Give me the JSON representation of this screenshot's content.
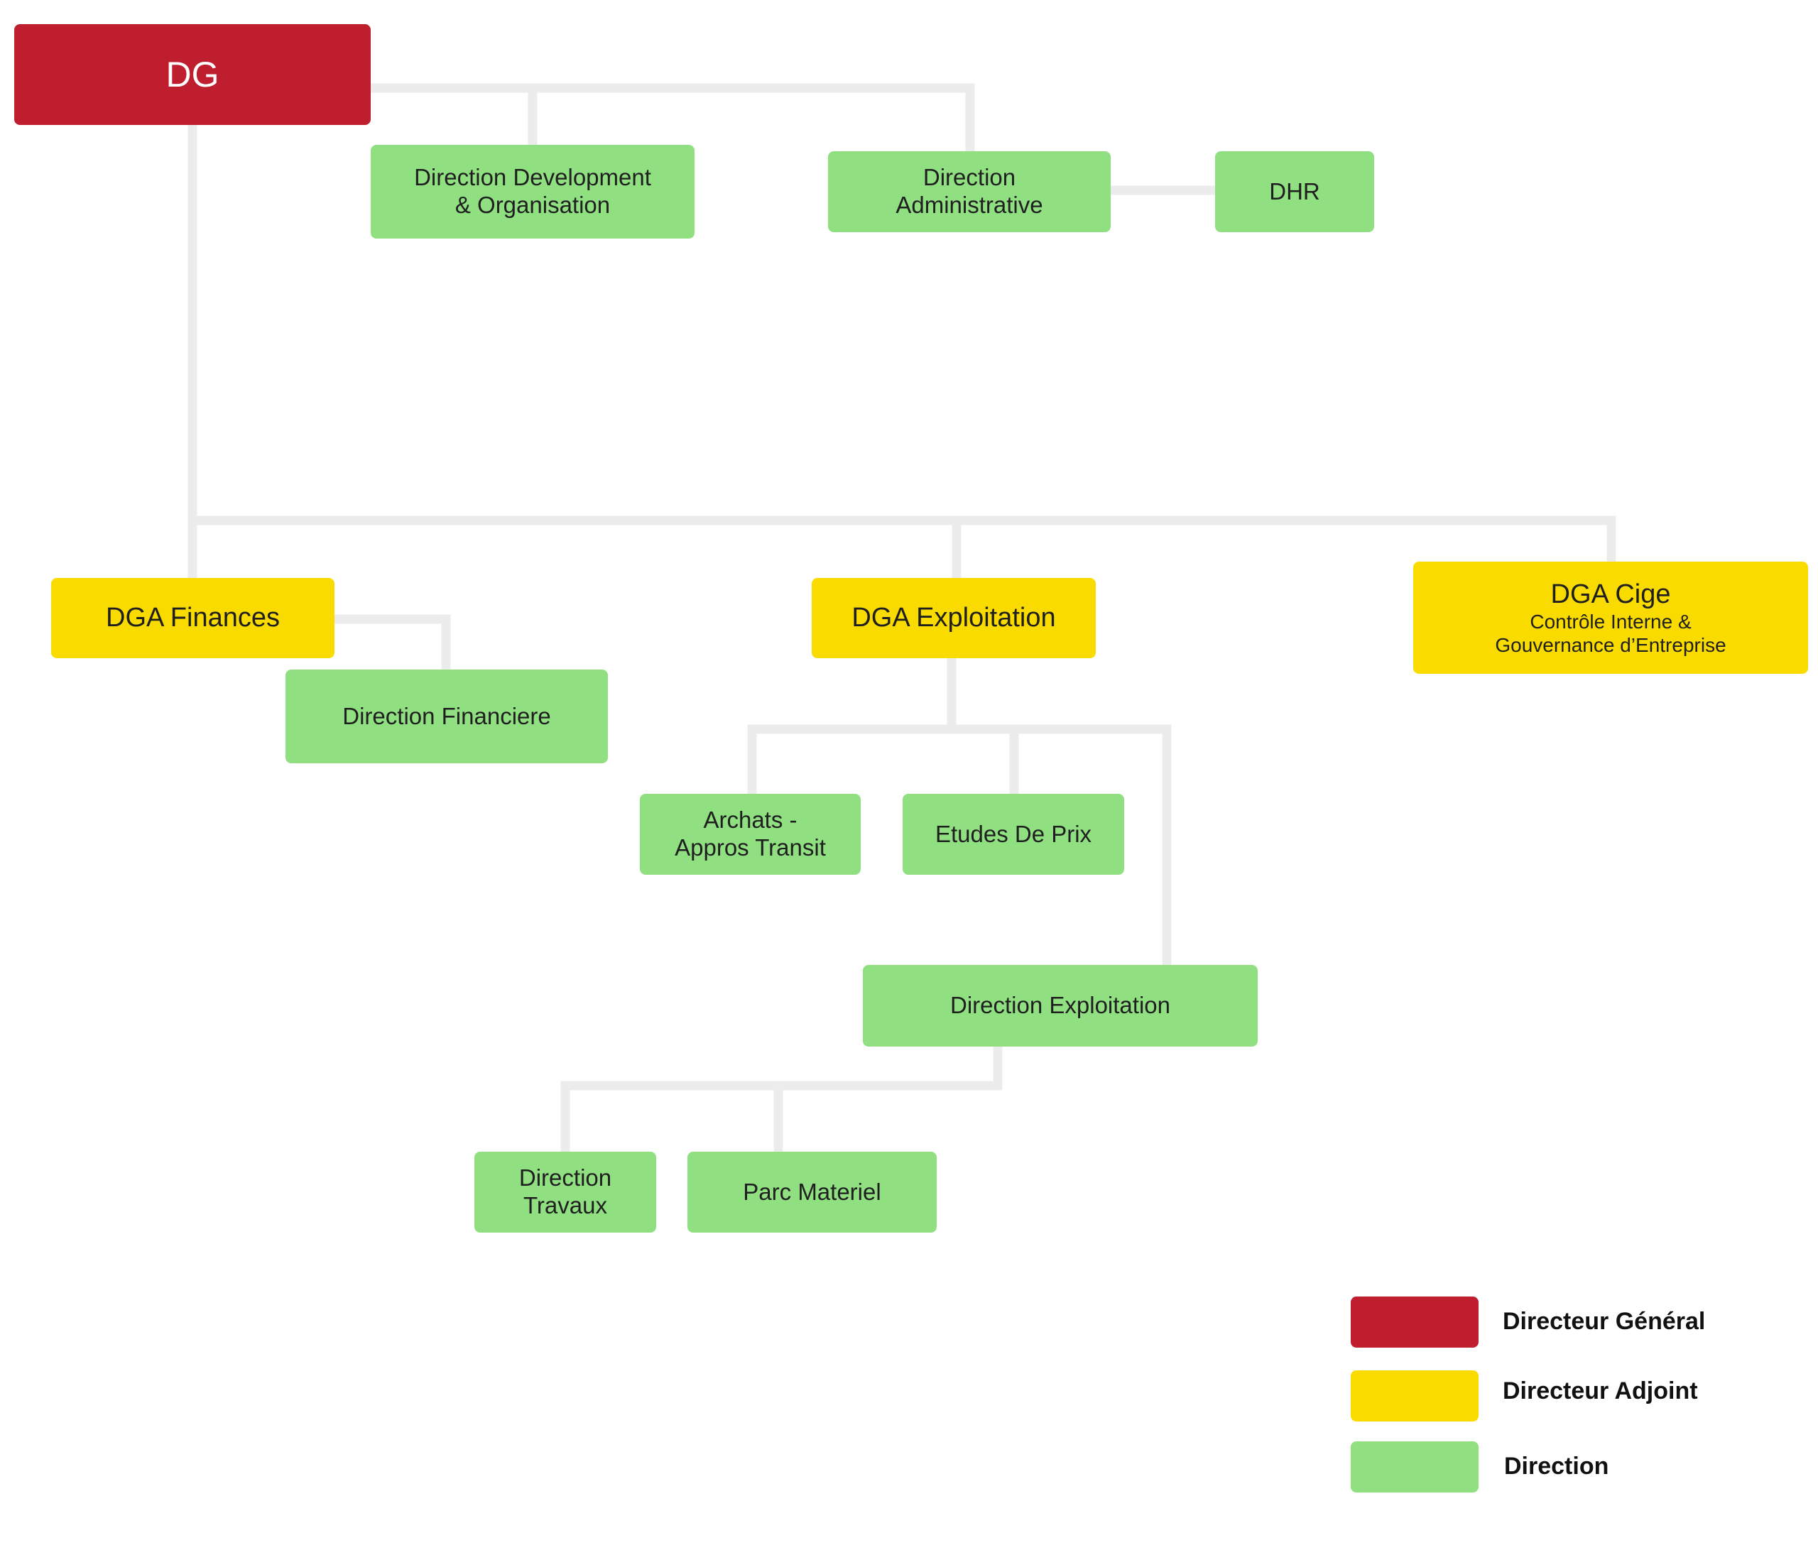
{
  "nodes": {
    "dg": "DG",
    "dir_dev": [
      "Direction Development",
      "& Organisation"
    ],
    "dir_admin": [
      "Direction",
      "Administrative"
    ],
    "dhr": "DHR",
    "dga_fin": "DGA Finances",
    "dir_fin": "Direction Financiere",
    "dga_exp": "DGA Exploitation",
    "dga_cige": {
      "title": "DGA Cige",
      "subtitle": [
        "Contrôle Interne &",
        "Gouvernance d’Entreprise"
      ]
    },
    "archats": [
      "Archats -",
      "Appros Transit"
    ],
    "etudes": "Etudes De Prix",
    "dir_exp": "Direction Exploitation",
    "dir_trav": [
      "Direction",
      "Travaux"
    ],
    "parc": "Parc Materiel"
  },
  "legend": [
    {
      "label": "Directeur Général",
      "color": "#be1e2d"
    },
    {
      "label": "Directeur Adjoint",
      "color": "#fadb00"
    },
    {
      "label": "Direction",
      "color": "#90e082"
    }
  ],
  "colors": {
    "dg": "#be1e2d",
    "dga": "#fadb00",
    "direction": "#90e082",
    "connector": "#ececec"
  }
}
